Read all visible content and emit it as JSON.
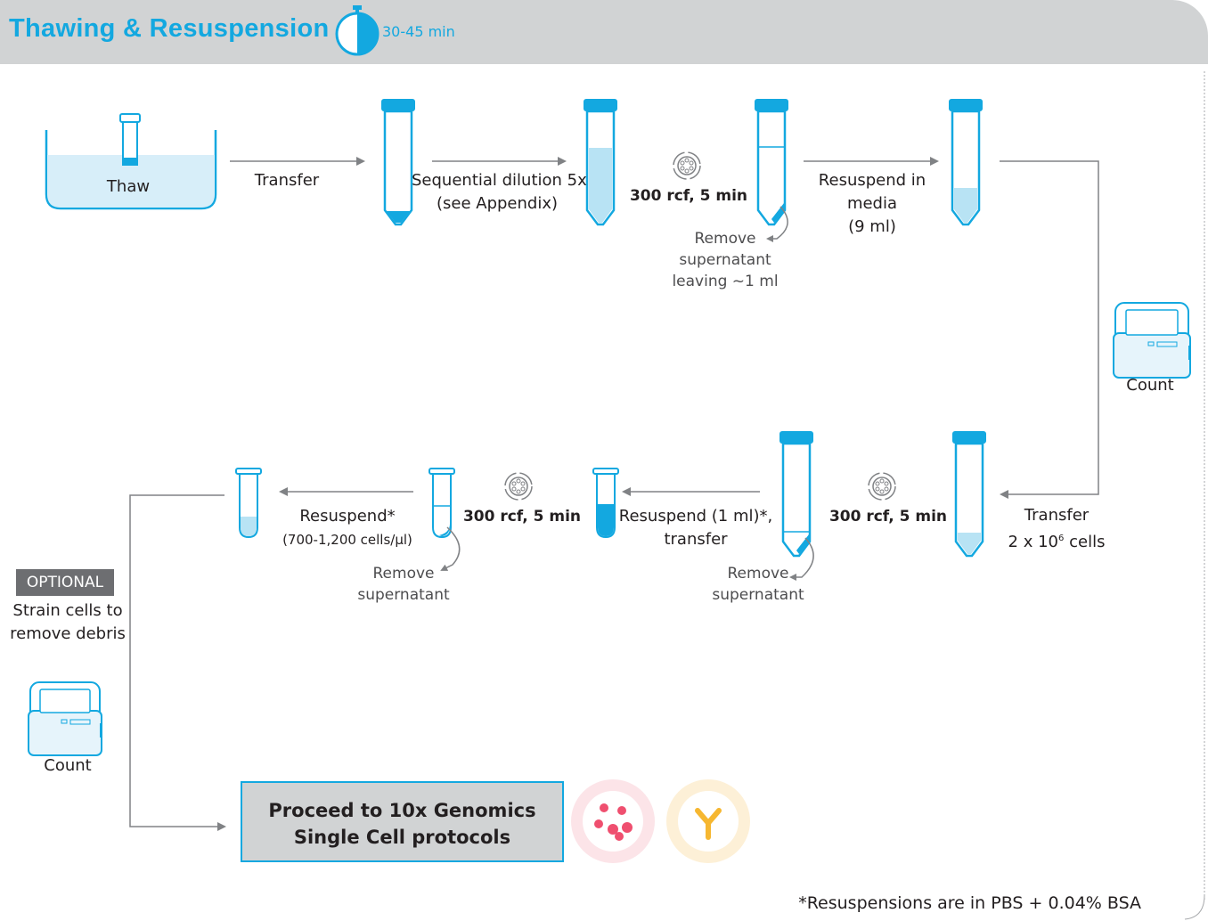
{
  "header": {
    "title": "Thawing & Resuspension",
    "duration": "30-45 min"
  },
  "row1": {
    "thaw": "Thaw",
    "transfer": "Transfer",
    "dilution_line1": "Sequential dilution 5x",
    "dilution_line2": "(see Appendix)",
    "spin": "300 rcf, 5 min",
    "remove_line1": "Remove",
    "remove_line2": "supernatant",
    "remove_line3": "leaving ~1 ml",
    "resuspend_line1": "Resuspend in",
    "resuspend_line2": "media",
    "resuspend_line3": "(9 ml)"
  },
  "side": {
    "count": "Count"
  },
  "row2": {
    "transfer_line1": "Transfer",
    "transfer_line2": "2 x 10",
    "transfer_sup": "6",
    "transfer_line2_end": " cells",
    "spin_a": "300 rcf, 5 min",
    "resuspend1_line1": "Resuspend (1 ml)*,",
    "resuspend1_line2": "transfer",
    "remove_a_line1": "Remove",
    "remove_a_line2": "supernatant",
    "spin_b": "300 rcf, 5 min",
    "resuspend2_line1": "Resuspend*",
    "resuspend2_line2": "(700-1,200 cells/µl)",
    "remove_b_line1": "Remove",
    "remove_b_line2": "supernatant"
  },
  "left": {
    "optional": "OPTIONAL",
    "strain_line1": "Strain cells to",
    "strain_line2": "remove debris",
    "count": "Count"
  },
  "proceed": {
    "line1": "Proceed to 10x Genomics",
    "line2": "Single Cell protocols"
  },
  "footnote": "*Resuspensions are in PBS + 0.04% BSA",
  "colors": {
    "accent": "#13a8e0",
    "liquid": "#b8e3f4",
    "header": "#d1d3d4",
    "arrow": "#808285",
    "cell_pink": "#ef4f6f",
    "antibody_gold": "#f6b731"
  }
}
